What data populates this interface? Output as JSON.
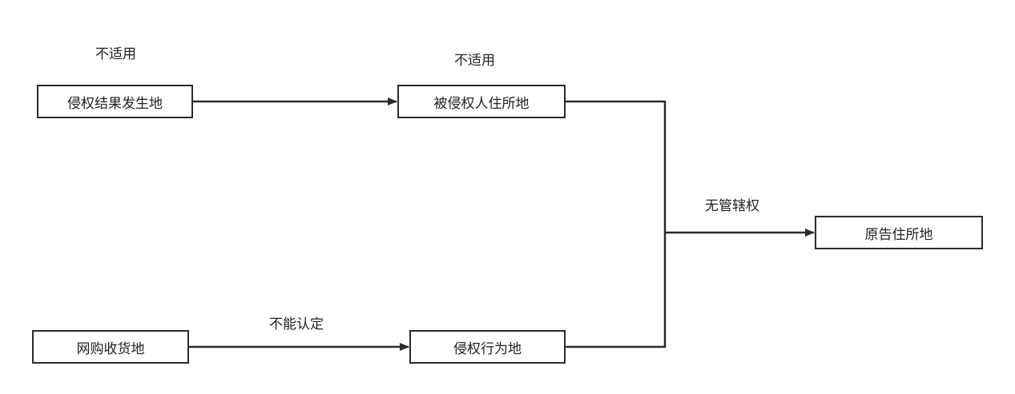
{
  "nodes": {
    "infringement_result_place": "侵权结果发生地",
    "defendant_domicile": "被侵权人住所地",
    "online_shopping_delivery_place": "网购收货地",
    "infringement_act_place": "侵权行为地",
    "plaintiff_domicile": "原告住所地"
  },
  "labels": {
    "not_applicable_1": "不适用",
    "not_applicable_2": "不适用",
    "cannot_determine": "不能认定",
    "no_jurisdiction": "无管辖权"
  },
  "colors": {
    "line": "#2b2b2b",
    "text": "#222222",
    "background": "#ffffff"
  }
}
